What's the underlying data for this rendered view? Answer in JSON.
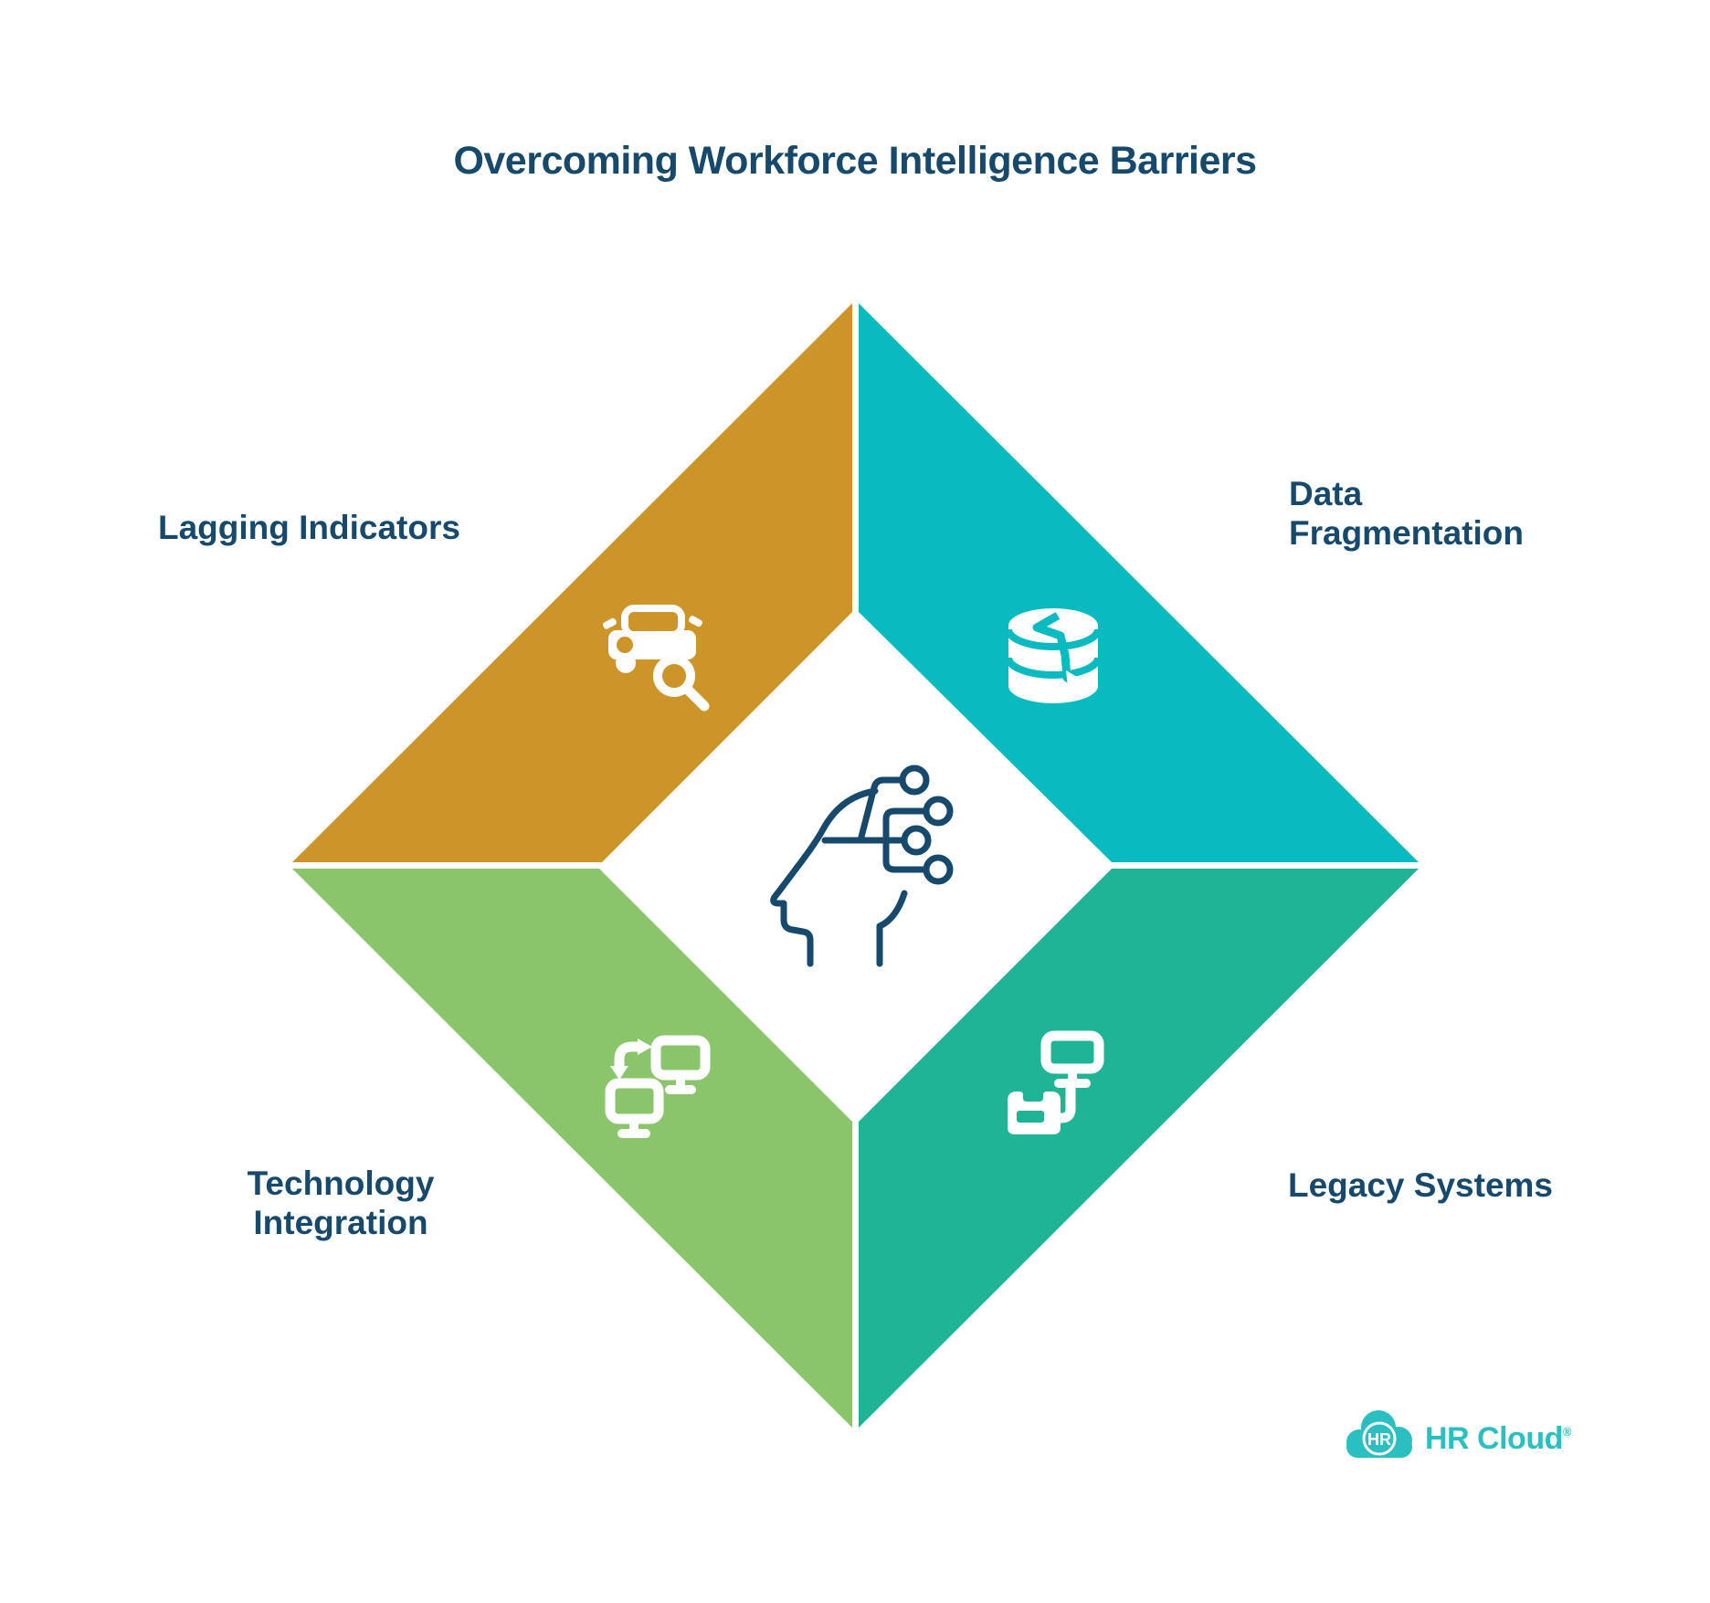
{
  "title": "Overcoming Workforce Intelligence Barriers",
  "colors": {
    "navy": "#17496C",
    "background": "#FFFFFF",
    "logo_teal": "#2BBFC2"
  },
  "segments": [
    {
      "id": "lagging-indicators",
      "label": "Lagging Indicators",
      "color": "#CC9429",
      "icon": "car-search-icon",
      "position": "top-left"
    },
    {
      "id": "data-fragmentation",
      "label": "Data\nFragmentation",
      "color": "#09BBC1",
      "icon": "fragmented-database-icon",
      "position": "top-right"
    },
    {
      "id": "technology-integration",
      "label": "Technology\nIntegration",
      "color": "#8AC46B",
      "icon": "sync-computers-icon",
      "position": "bottom-left"
    },
    {
      "id": "legacy-systems",
      "label": "Legacy Systems",
      "color": "#20B496",
      "icon": "legacy-computer-icon",
      "position": "bottom-right"
    }
  ],
  "center": {
    "icon": "ai-head-icon"
  },
  "logo": {
    "badge_text": "HR",
    "brand_text": "HR Cloud",
    "registered_mark": "®"
  }
}
